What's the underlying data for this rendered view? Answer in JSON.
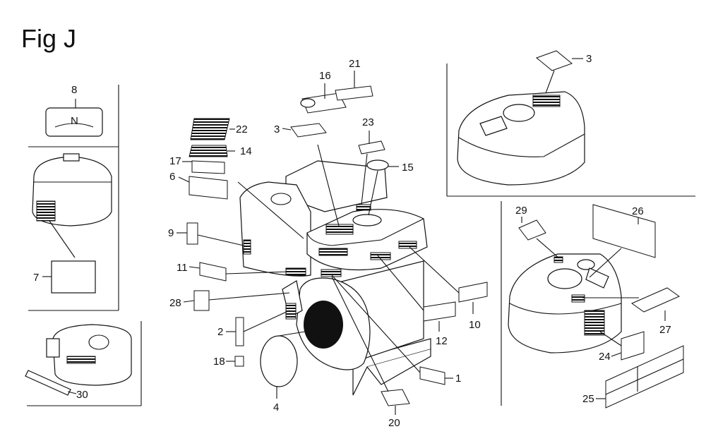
{
  "title": "Fig J",
  "callouts": {
    "c1": "1",
    "c2": "2",
    "c3": "3",
    "c3b": "3",
    "c4": "4",
    "c6": "6",
    "c7": "7",
    "c8": "8",
    "c9": "9",
    "c10": "10",
    "c11": "11",
    "c12": "12",
    "c14": "14",
    "c15": "15",
    "c16": "16",
    "c17": "17",
    "c18": "18",
    "c20": "20",
    "c21": "21",
    "c22": "22",
    "c23": "23",
    "c24": "24",
    "c25": "25",
    "c26": "26",
    "c27": "27",
    "c28": "28",
    "c29": "29",
    "c30": "30"
  },
  "gauge_letter": "N"
}
